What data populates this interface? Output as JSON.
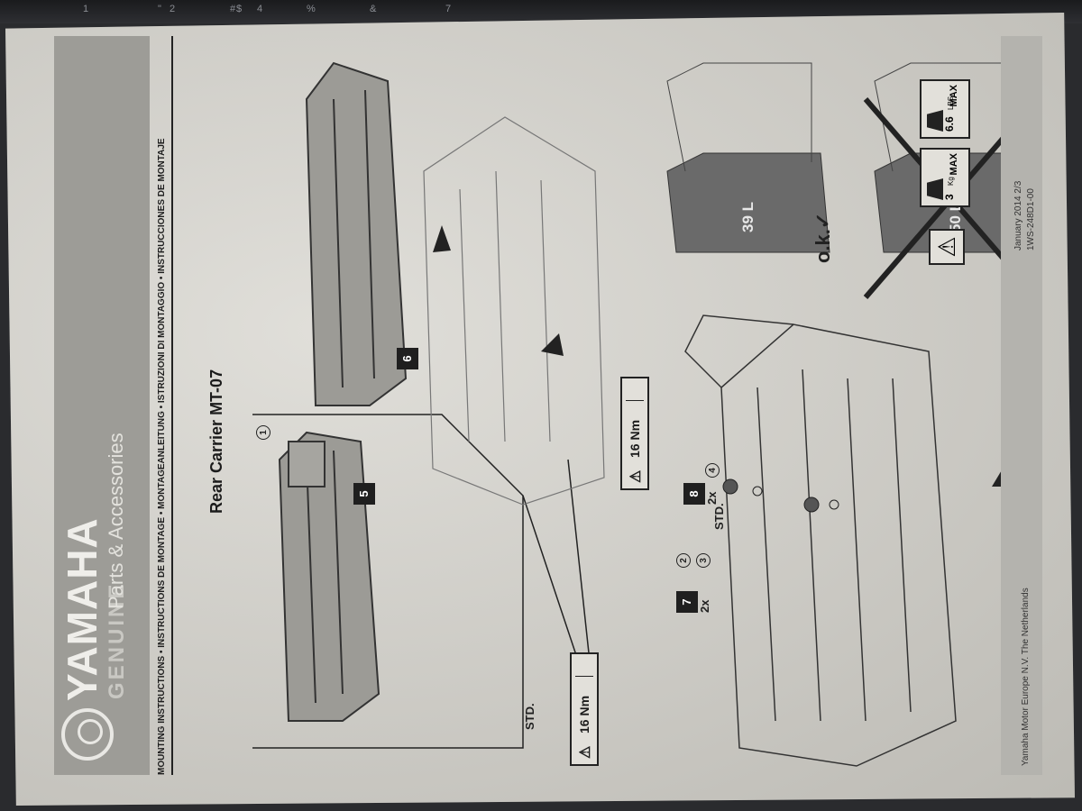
{
  "keyboard": {
    "keys": [
      "1",
      "\"",
      "2",
      "#",
      "$",
      "4",
      "%",
      "&",
      "7"
    ]
  },
  "header": {
    "brand": "YAMAHA",
    "genuine": "GENUINE",
    "subtitle": "Parts & Accessories",
    "instructions": "MOUNTING INSTRUCTIONS • INSTRUCTIONS DE MONTAGE • MONTAGEANLEITUNG • ISTRUZIONI DI MONTAGGIO • INSTRUCCIONES DE MONTAJE",
    "title": "Rear Carrier  MT-07"
  },
  "steps": {
    "step5": "5",
    "step6": "6",
    "step7": "7",
    "step8": "8",
    "part1": "1",
    "part2": "2",
    "part3": "3",
    "part4": "4",
    "std_label_5": "STD.",
    "std_label_8": "STD.",
    "qty7": "2x",
    "qty8": "2x",
    "torque7": "16 Nm",
    "torque8": "16 Nm"
  },
  "load": {
    "ok_box": "39 L",
    "bad_box": "50 L",
    "ok_label": "o.k.",
    "weight_max_kg": "3",
    "weight_unit_kg": "Kg",
    "weight_max_lbs": "6.6",
    "weight_unit_lbs": "LBS",
    "max": "MAX"
  },
  "footer": {
    "left": "Yamaha Motor Europe N.V. The Netherlands",
    "right": "January 2014 2/3",
    "code": "1WS-248D1-00"
  },
  "colors": {
    "paper": "#d6d4cd",
    "band": "#9d9c97",
    "ink": "#1f1f1f",
    "box": "#6b6b6b"
  }
}
